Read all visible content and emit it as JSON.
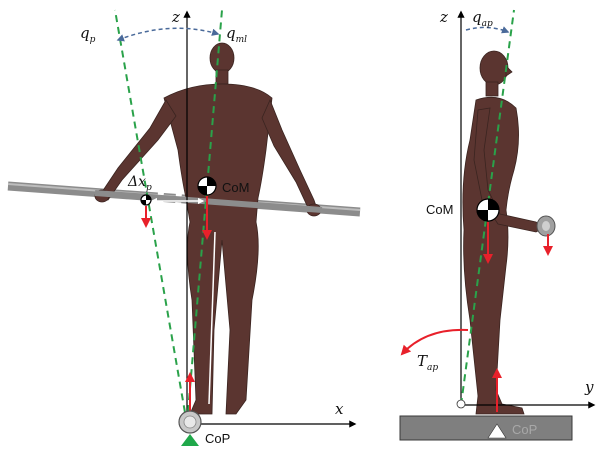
{
  "colors": {
    "body": "#5b3530",
    "body_outline": "#3a2420",
    "dashed_line": "#2aa24a",
    "force_arrow": "#e8202a",
    "pole": "#8c8c8c",
    "platform": "#7f7f7f",
    "arc": "#4a6a9a",
    "axis": "#000000",
    "marker_green": "#1fa84a"
  },
  "front_view": {
    "axis_z": "z",
    "axis_x": "x",
    "qp_main": "q",
    "qp_sub": "p",
    "qml_main": "q",
    "qml_sub": "ml",
    "dx_main": "Δx",
    "dx_sub": "p",
    "com_label": "CoM",
    "cop_label": "CoP"
  },
  "side_view": {
    "axis_z": "z",
    "axis_y": "y",
    "qap_main": "q",
    "qap_sub": "ap",
    "tap_main": "T",
    "tap_sub": "ap",
    "com_label": "CoM",
    "cop_label": "CoP"
  }
}
